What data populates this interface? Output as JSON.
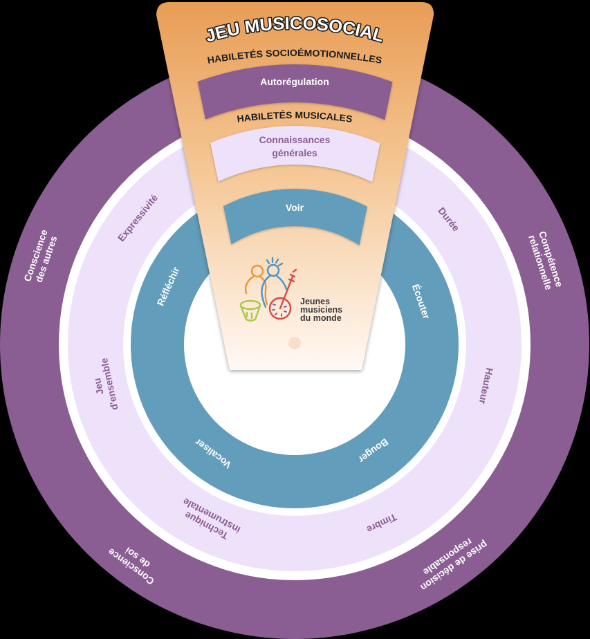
{
  "title": "JEU MUSICOSOCIAL",
  "funnel": {
    "socio_heading": "HABILETÉS SOCIOÉMOTIONNELLES",
    "socio_item": "Autorégulation",
    "music_heading": "HABILETÉS MUSICALES",
    "music_knowledge": [
      "Connaissances",
      "générales"
    ],
    "music_sense": "Voir"
  },
  "logo": {
    "icon": "musicians-illustration",
    "name_lines": [
      "Jeunes",
      "musiciens",
      "du monde"
    ]
  },
  "rings": {
    "socioemotional": {
      "color": "#8A5E92",
      "text_color": "#FFFFFF",
      "labels": [
        {
          "lines": [
            "Conscience",
            "des autres"
          ]
        },
        {
          "lines": [
            "Compétence",
            "relationnelle"
          ]
        },
        {
          "lines": [
            "Conscience",
            "de soi"
          ]
        },
        {
          "lines": [
            "prise de décision",
            "responsable"
          ]
        }
      ]
    },
    "musical_knowledge": {
      "color": "#EEE1FA",
      "text_color": "#8A5E92",
      "labels": [
        {
          "lines": [
            "Expressivité"
          ]
        },
        {
          "lines": [
            "Durée"
          ]
        },
        {
          "lines": [
            "Jeu",
            "d'ensemble"
          ]
        },
        {
          "lines": [
            "Hauteur"
          ]
        },
        {
          "lines": [
            "Technique",
            "instrumentale"
          ]
        },
        {
          "lines": [
            "Timbre"
          ]
        }
      ]
    },
    "senses": {
      "color": "#629DBB",
      "text_color": "#FFFFFF",
      "labels": [
        {
          "lines": [
            "Réfléchir"
          ]
        },
        {
          "lines": [
            "Écouter"
          ]
        },
        {
          "lines": [
            "Vocaliser"
          ]
        },
        {
          "lines": [
            "Bouger"
          ]
        }
      ]
    }
  },
  "colors": {
    "background": "#000000",
    "gap": "#FFFFFF",
    "funnel_top": "#E89D55",
    "funnel_mid": "#F5C694",
    "funnel_bottom": "#FFF9F4",
    "logo_dot": "#F9DEC8"
  }
}
